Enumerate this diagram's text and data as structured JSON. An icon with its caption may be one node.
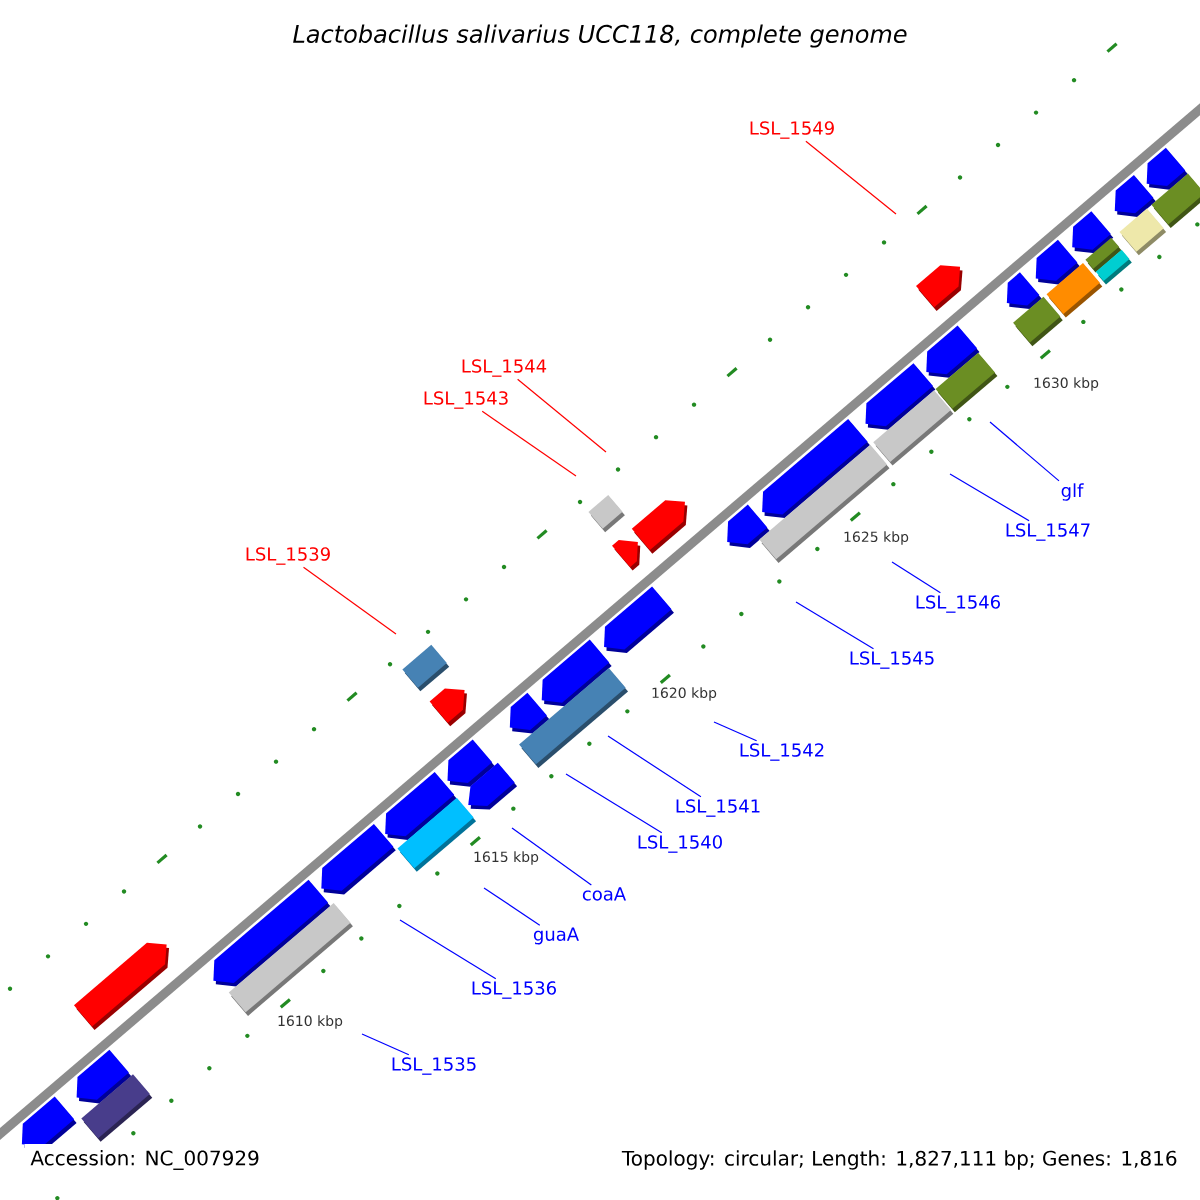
{
  "diagram": {
    "title": "Lactobacillus salivarius UCC118, complete genome",
    "nodes": [
      {
        "text": [
          "LSL_1549"
        ]
      },
      {
        "text": [
          "LSL_1544"
        ]
      },
      {
        "text": [
          "LSL_1543"
        ]
      },
      {
        "text": [
          "glf"
        ]
      },
      {
        "text": [
          "LSL_1547"
        ]
      },
      {
        "text": [
          "LSL_1539"
        ]
      },
      {
        "text": [
          "LSL_1546"
        ]
      },
      {
        "text": [
          "LSL_1545"
        ]
      },
      {
        "text": [
          "LSL_1542"
        ]
      },
      {
        "text": [
          "LSL_1541"
        ]
      },
      {
        "text": [
          "LSL_1540"
        ]
      },
      {
        "text": [
          "coaA"
        ]
      },
      {
        "text": [
          "guaA"
        ]
      },
      {
        "text": [
          "LSL_1536"
        ]
      },
      {
        "text": [
          "LSL_1535"
        ]
      }
    ],
    "edges": [
      {
        "from": 0,
        "to": null,
        "arrow": "none",
        "color": "#ff0000"
      },
      {
        "from": 1,
        "to": null,
        "arrow": "none",
        "color": "#ff0000"
      },
      {
        "from": 2,
        "to": null,
        "arrow": "none",
        "color": "#ff0000"
      },
      {
        "from": 3,
        "to": null,
        "arrow": "none"
      },
      {
        "from": 4,
        "to": null,
        "arrow": "none"
      },
      {
        "from": 5,
        "to": null,
        "arrow": "none",
        "color": "#ff0000"
      },
      {
        "from": 6,
        "to": null,
        "arrow": "none"
      },
      {
        "from": 7,
        "to": null,
        "arrow": "none"
      },
      {
        "from": 8,
        "to": null,
        "arrow": "none"
      },
      {
        "from": 9,
        "to": null,
        "arrow": "none"
      },
      {
        "from": 10,
        "to": null,
        "arrow": "none"
      },
      {
        "from": 11,
        "to": null,
        "arrow": "none"
      },
      {
        "from": 12,
        "to": null,
        "arrow": "none"
      },
      {
        "from": 13,
        "to": null,
        "arrow": "none"
      },
      {
        "from": 14,
        "to": null,
        "arrow": "none"
      }
    ],
    "labels": [
      "1630 kbp",
      "1625 kbp",
      "1620 kbp",
      "1615 kbp",
      "1610 kbp",
      "Accession: NC_007929",
      "Topology: circular; Length: 1,827,111 bp; Genes: 1,816"
    ]
  }
}
